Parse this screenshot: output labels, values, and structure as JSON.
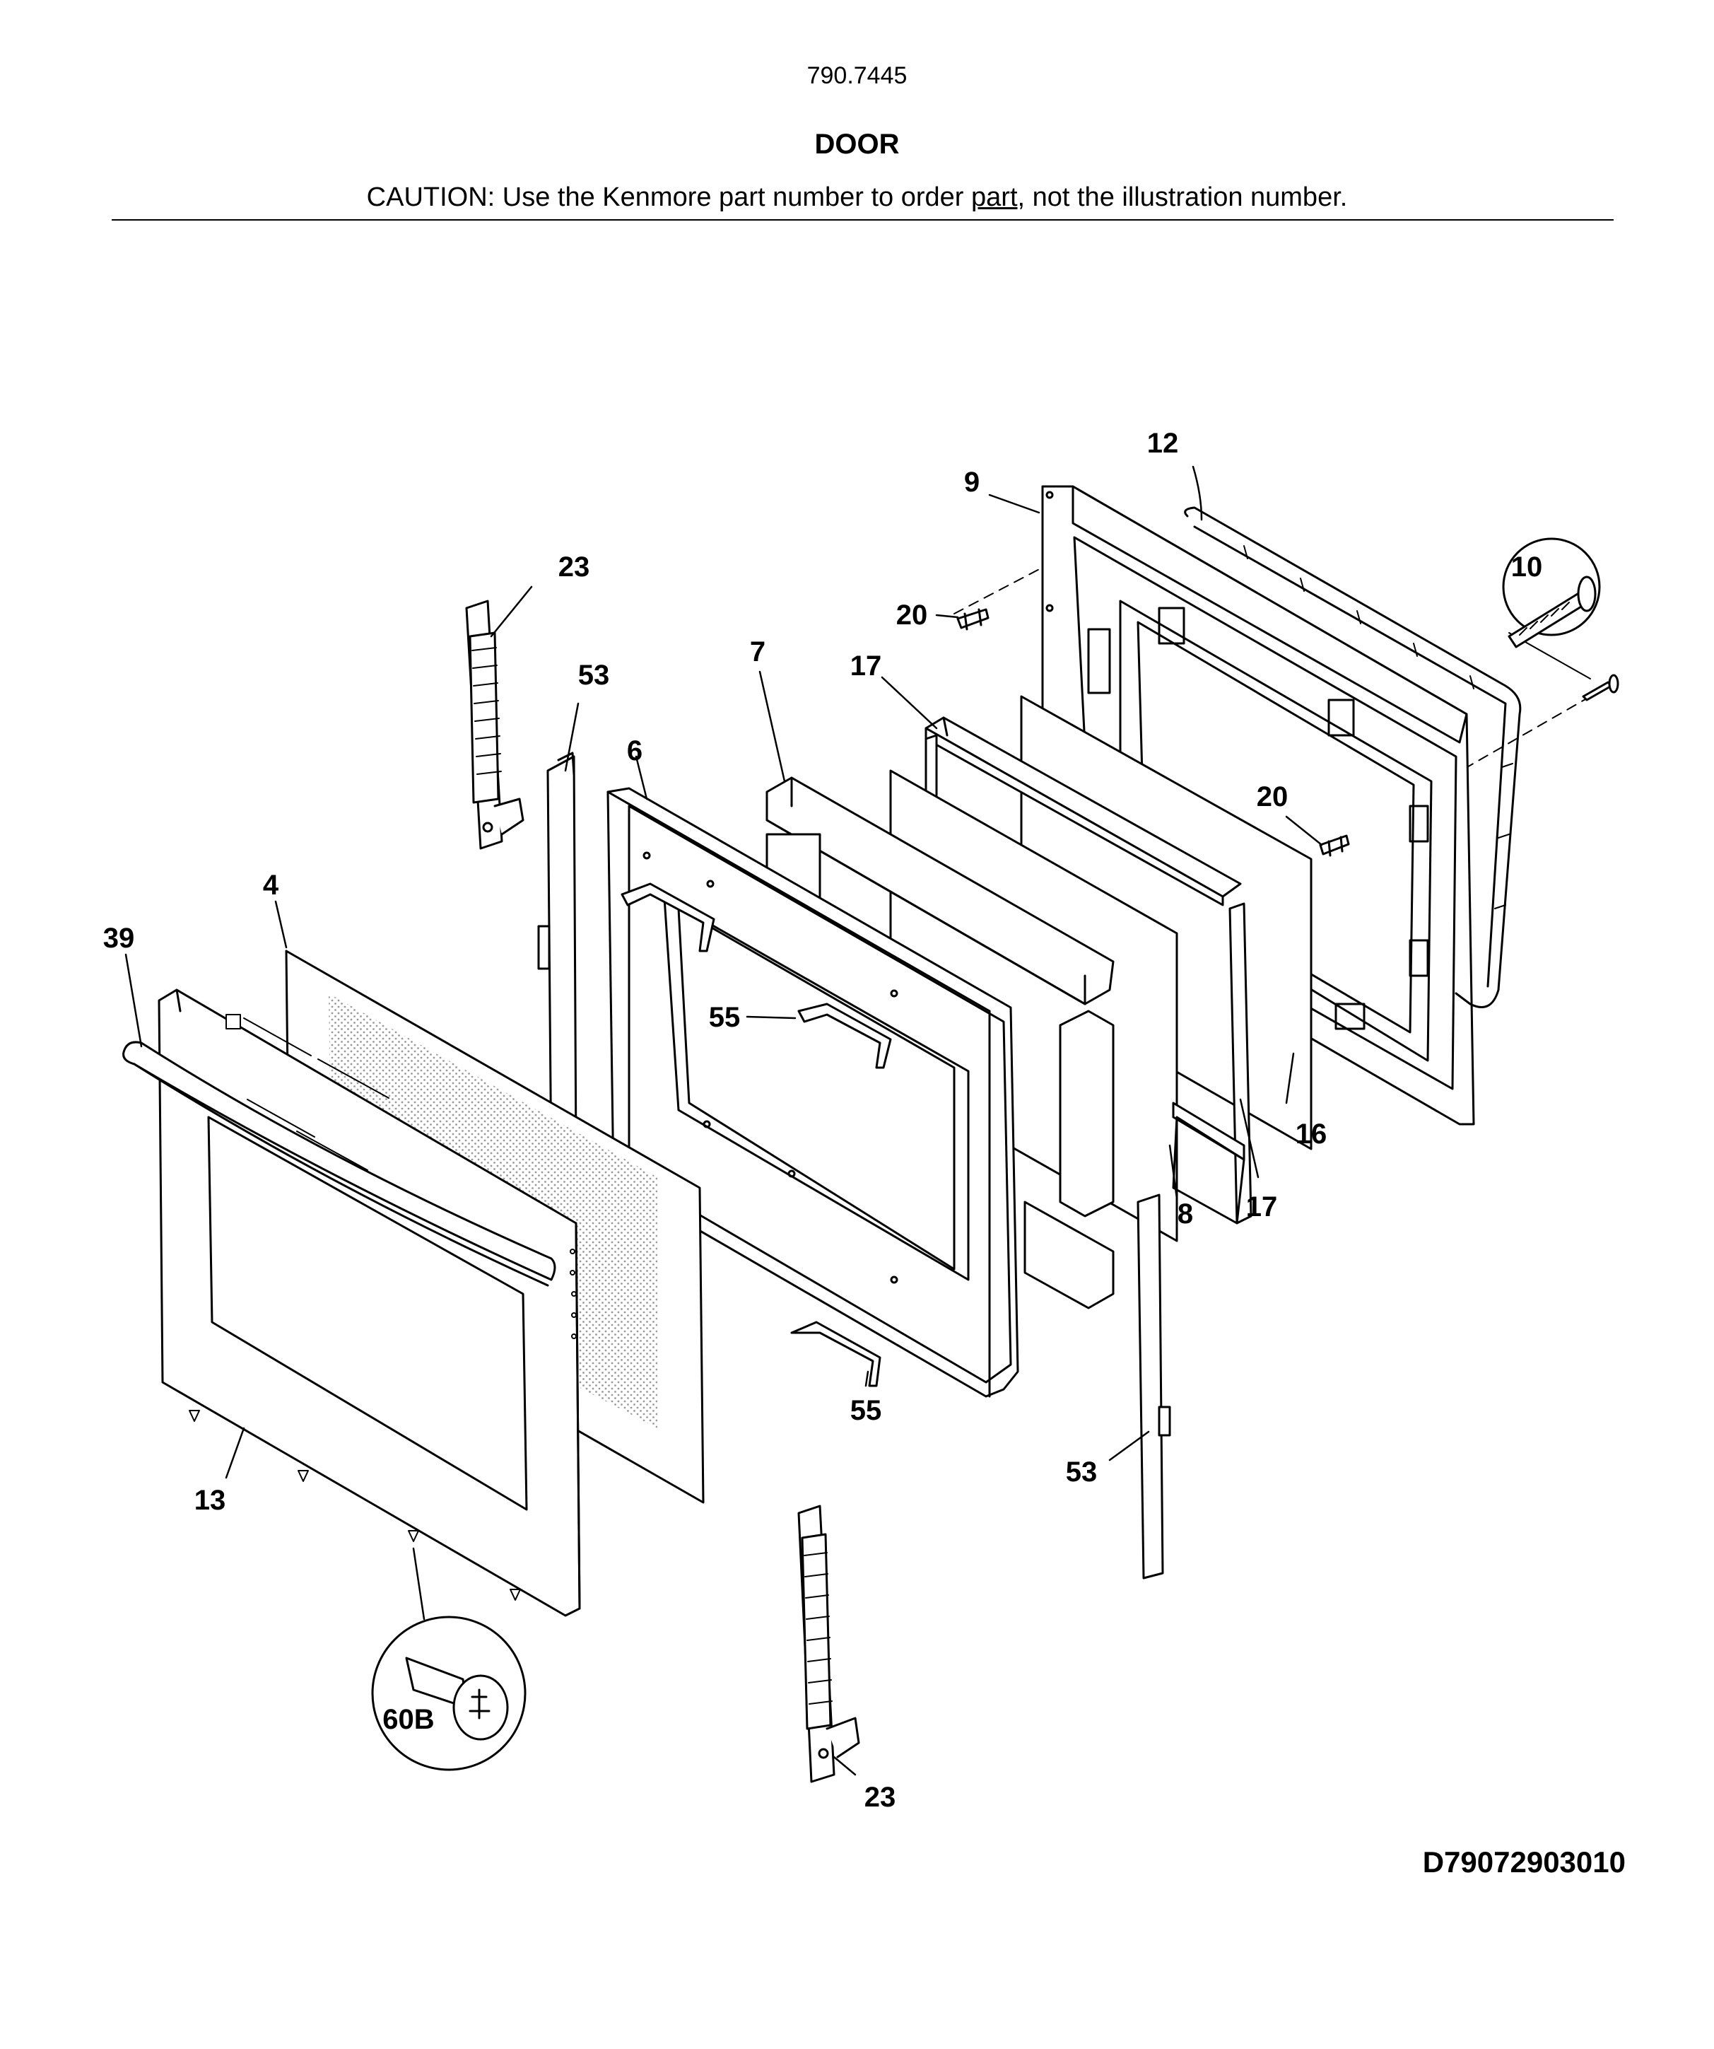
{
  "header": {
    "model_number": "790.7445",
    "section_title": "DOOR",
    "caution_prefix": "CAUTION: Use the Kenmore part number to order ",
    "caution_underlined": "part",
    "caution_suffix": ", not the illustration number."
  },
  "footer": {
    "diagram_code": "D79072903010"
  },
  "callouts": {
    "c12": "12",
    "c9": "9",
    "c10": "10",
    "c23_top": "23",
    "c20_left": "20",
    "c53_top": "53",
    "c7": "7",
    "c17_top": "17",
    "c6": "6",
    "c20_right": "20",
    "c4": "4",
    "c39": "39",
    "c55_top": "55",
    "c16": "16",
    "c8": "8",
    "c17_bottom": "17",
    "c55_bottom": "55",
    "c53_bottom": "53",
    "c13": "13",
    "c60b": "60B",
    "c23_bottom": "23"
  },
  "colors": {
    "line": "#000000",
    "background": "#ffffff",
    "mesh": "#9a9a9a"
  }
}
